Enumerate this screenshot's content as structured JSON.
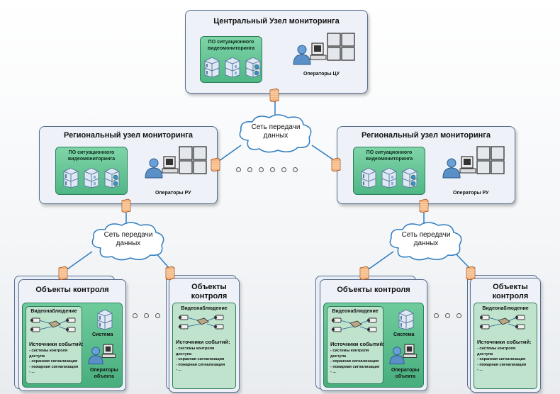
{
  "central_node": {
    "title": "Центральный Узел мониторинга",
    "software_title": "ПО ситуационного видеомониторинга",
    "operators_label": "Операторы ЦУ"
  },
  "regional_nodes": [
    {
      "title": "Региональный узел мониторинга",
      "software_title": "ПО ситуационного видеомониторинга",
      "operators_label": "Операторы РУ"
    },
    {
      "title": "Региональный узел мониторинга",
      "software_title": "ПО ситуационного видеомониторинга",
      "operators_label": "Операторы РУ"
    }
  ],
  "networks": [
    {
      "label_line1": "Сеть передачи",
      "label_line2": "данных"
    },
    {
      "label_line1": "Сеть передачи",
      "label_line2": "данных"
    },
    {
      "label_line1": "Сеть передачи",
      "label_line2": "данных"
    }
  ],
  "objects_full": [
    {
      "title": "Объекты контроля",
      "video_title": "Видеонаблюдение",
      "sources_title": "Источники событий:",
      "sources": [
        "- системы контроля",
        "доступа",
        "- охранная сигнализация",
        "- пожарная сигнализация",
        "- ..."
      ],
      "system_label": "Система",
      "operators_label_line1": "Операторы",
      "operators_label_line2": "объекта"
    },
    {
      "title": "Объекты контроля",
      "video_title": "Видеонаблюдение",
      "sources_title": "Источники событий:",
      "sources": [
        "- системы контроля",
        "доступа",
        "- охранная сигнализация",
        "- пожарная сигнализация",
        "- ..."
      ],
      "system_label": "Система",
      "operators_label_line1": "Операторы",
      "operators_label_line2": "объекта"
    }
  ],
  "objects_compact": [
    {
      "title_line1": "Объекты",
      "title_line2": "контроля",
      "video_title": "Видеонаблюдение",
      "sources_title": "Источники событий:",
      "sources": [
        "- системы контроля",
        "доступа",
        "- охранная сигнализация",
        "- пожарная сигнализация",
        "- ..."
      ]
    },
    {
      "title_line1": "Объекты",
      "title_line2": "контроля",
      "video_title": "Видеонаблюдение",
      "sources_title": "Источники событий:",
      "sources": [
        "- системы контроля",
        "доступа",
        "- охранная сигнализация",
        "- пожарная сигнализация",
        "- ..."
      ]
    }
  ],
  "colors": {
    "node_bg": "#eef2f8",
    "node_border": "#5a6f8e",
    "software_green": "#4fb785",
    "link_blue": "#2e7bbf",
    "firewall_orange": "#f0a060"
  }
}
